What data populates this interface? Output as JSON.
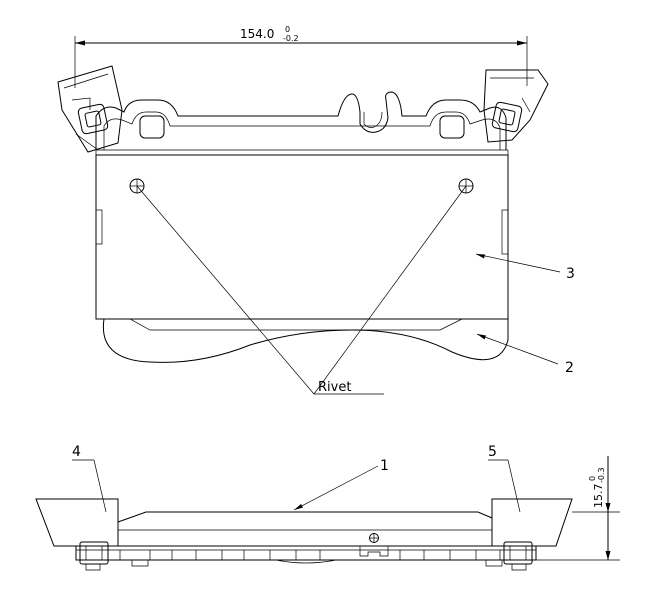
{
  "dimensions": {
    "width_value": "154.0",
    "width_tol_upper": "0",
    "width_tol_lower": "-0.2",
    "thickness_value": "15.7",
    "thickness_tol_upper": "0",
    "thickness_tol_lower": "-0.3"
  },
  "callouts": {
    "rivet": "Rivet",
    "item1": "1",
    "item2": "2",
    "item3": "3",
    "item4": "4",
    "item5": "5"
  }
}
